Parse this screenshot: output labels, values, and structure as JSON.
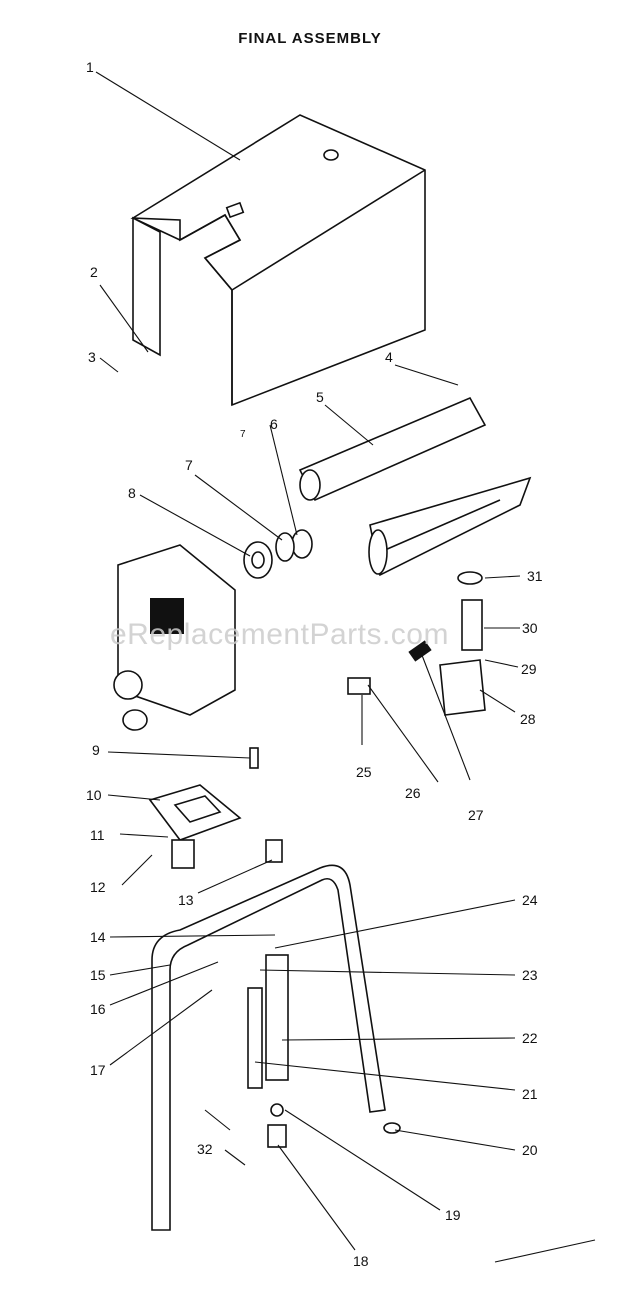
{
  "title": "FINAL ASSEMBLY",
  "watermark": "eReplacementParts.com",
  "callouts": [
    "1",
    "2",
    "3",
    "4",
    "5",
    "6",
    "7",
    "8",
    "9",
    "10",
    "11",
    "12",
    "13",
    "14",
    "15",
    "16",
    "17",
    "18",
    "19",
    "20",
    "21",
    "22",
    "23",
    "24",
    "25",
    "26",
    "27",
    "28",
    "29",
    "30",
    "31",
    "32"
  ],
  "callout_small_7": "7"
}
